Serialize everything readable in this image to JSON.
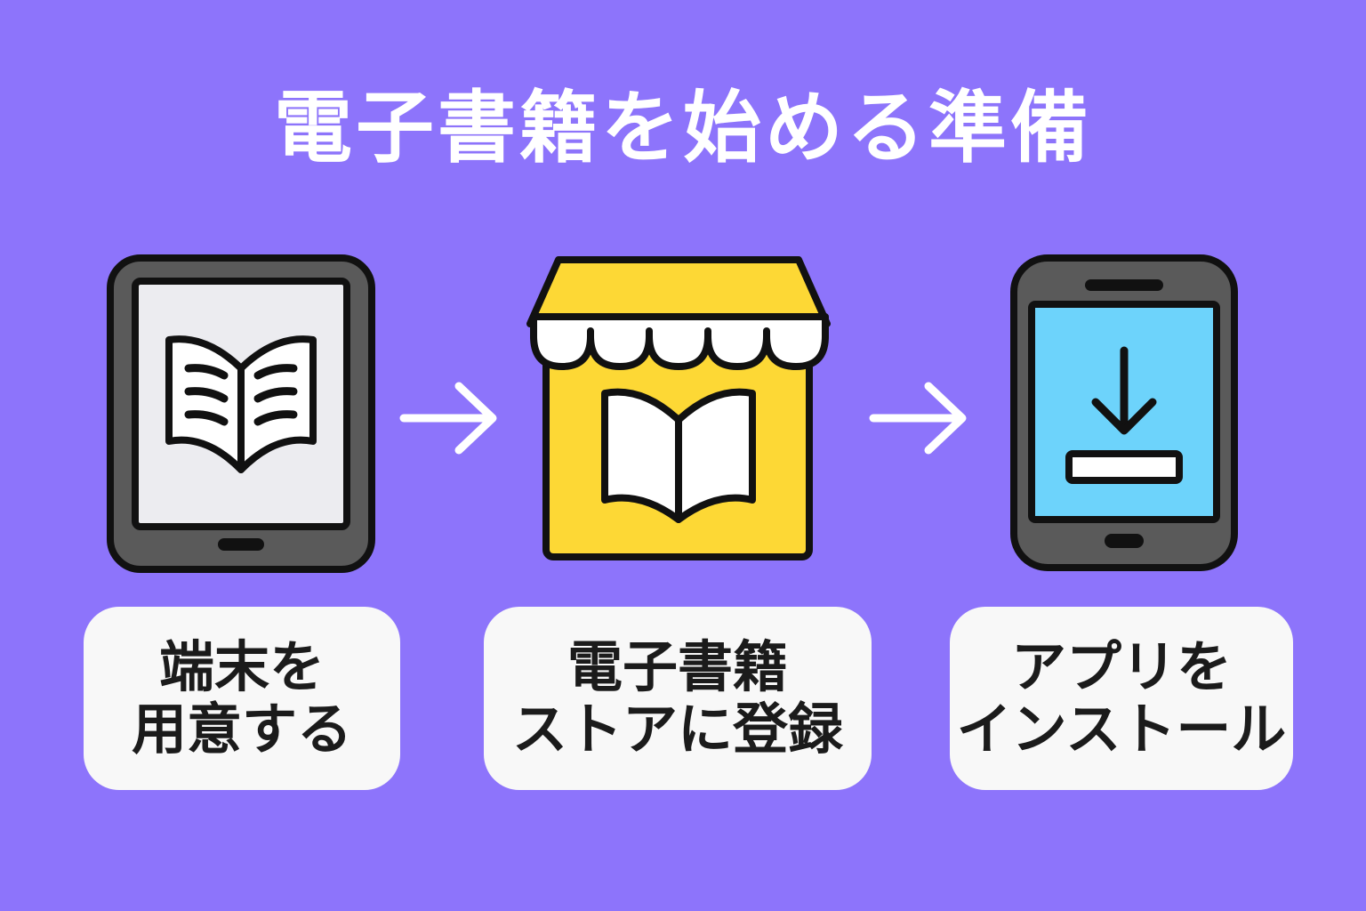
{
  "title": "電子書籍を始める準備",
  "steps": [
    {
      "icon": "ereader-book-icon",
      "lines": [
        "端末を",
        "用意する"
      ]
    },
    {
      "icon": "bookstore-icon",
      "lines": [
        "電子書籍",
        "ストアに登録"
      ]
    },
    {
      "icon": "smartphone-download-icon",
      "lines": [
        "アプリを",
        "インストール"
      ]
    }
  ],
  "colors": {
    "background": "#8d74fb",
    "card": "#f8f8f8",
    "store_yellow": "#fdd835",
    "phone_screen": "#6dd3fb",
    "device_gray": "#5a5a5a",
    "outline": "#111111"
  }
}
